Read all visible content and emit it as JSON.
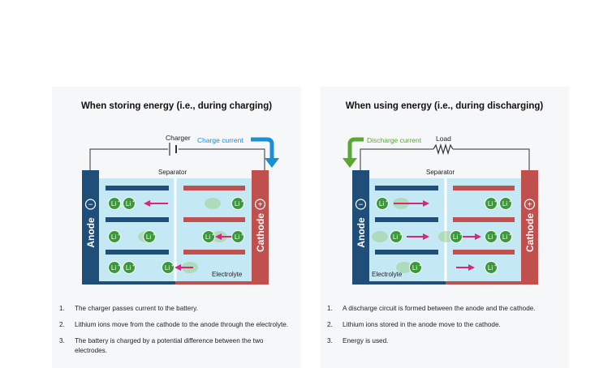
{
  "charging": {
    "title": "When storing energy (i.e., during charging)",
    "source_label": "Charger",
    "current_label": "Charge current",
    "separator_label": "Separator",
    "electrolyte_label": "Electrolyte",
    "anode_label": "Anode",
    "cathode_label": "Cathode",
    "anode_sign": "−",
    "cathode_sign": "+",
    "ion_label": "Li",
    "ion_sup": "+",
    "steps": [
      {
        "num": "1.",
        "text": "The charger passes current to the battery."
      },
      {
        "num": "2.",
        "text": "Lithium ions move from the cathode to the anode through the electrolyte."
      },
      {
        "num": "3.",
        "text": "The battery is charged by a potential difference between the two electrodes."
      }
    ]
  },
  "discharging": {
    "title": "When using energy (i.e., during discharging)",
    "load_label": "Load",
    "current_label": "Discharge current",
    "separator_label": "Separator",
    "electrolyte_label": "Electrolyte",
    "anode_label": "Anode",
    "cathode_label": "Cathode",
    "anode_sign": "−",
    "cathode_sign": "+",
    "ion_label": "Li",
    "ion_sup": "+",
    "steps": [
      {
        "num": "1.",
        "text": "A discharge circuit is formed between the anode and the cathode."
      },
      {
        "num": "2.",
        "text": "Lithium ions stored in the anode move to the cathode."
      },
      {
        "num": "3.",
        "text": "Energy is used."
      }
    ]
  },
  "colors": {
    "anode": "#1f4e79",
    "cathode": "#c0504d",
    "electrolyte": "#c5e8f5",
    "ion": "#3a9a3a",
    "ion_arrow": "#d6287b",
    "charge_arrow": "#1a8fd6",
    "discharge_arrow": "#5aa832",
    "wire": "#555555"
  }
}
